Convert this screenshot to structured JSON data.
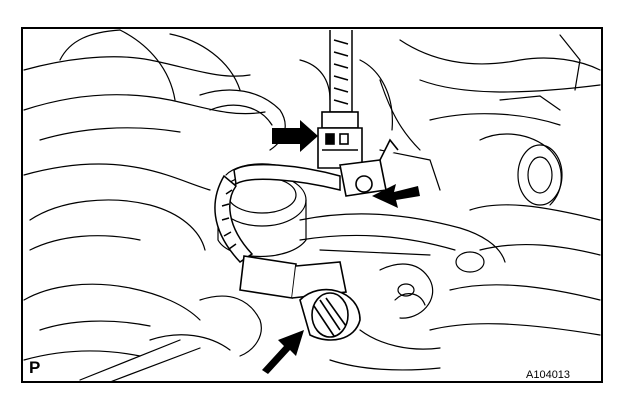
{
  "figure": {
    "corner_label": "P",
    "reference_code": "A104013"
  },
  "callouts": [
    {
      "name": "callout-arrow-connector-top",
      "points_to": "connector"
    },
    {
      "name": "callout-arrow-clamp",
      "points_to": "clamp"
    },
    {
      "name": "callout-arrow-connector-bottom",
      "points_to": "connector"
    }
  ],
  "colors": {
    "line": "#000000",
    "background": "#ffffff"
  }
}
